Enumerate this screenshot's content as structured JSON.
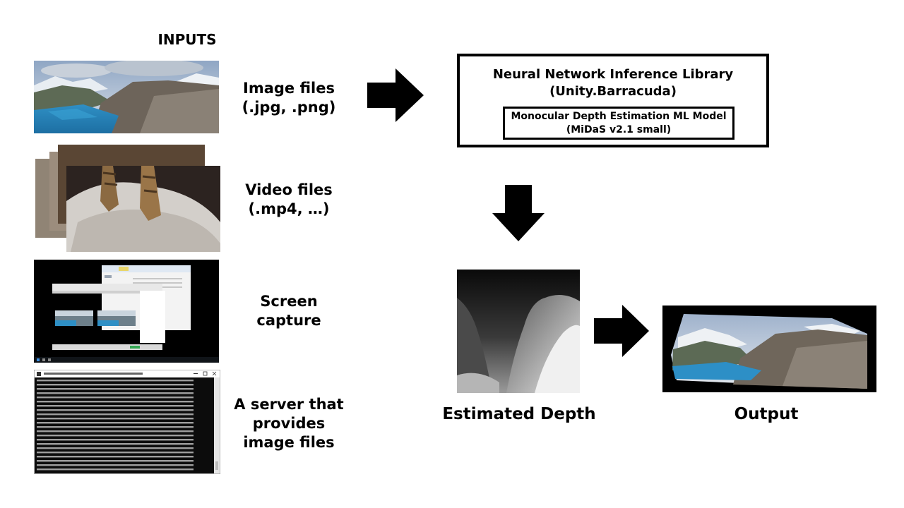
{
  "heading": "INPUTS",
  "inputs": {
    "image_label": "Image files\n(.jpg, .png)",
    "video_label": "Video files\n(.mp4, …)",
    "screen_label": "Screen\ncapture",
    "server_label": "A server that\nprovides\nimage files"
  },
  "pipeline": {
    "library_title": "Neural Network Inference Library\n(Unity.Barracuda)",
    "model_title": "Monocular Depth Estimation ML Model\n(MiDaS v2.1 small)"
  },
  "results": {
    "depth_label": "Estimated Depth",
    "output_label": "Output"
  },
  "icons": [
    "arrow-right-icon",
    "arrow-down-icon",
    "arrow-right-icon"
  ]
}
